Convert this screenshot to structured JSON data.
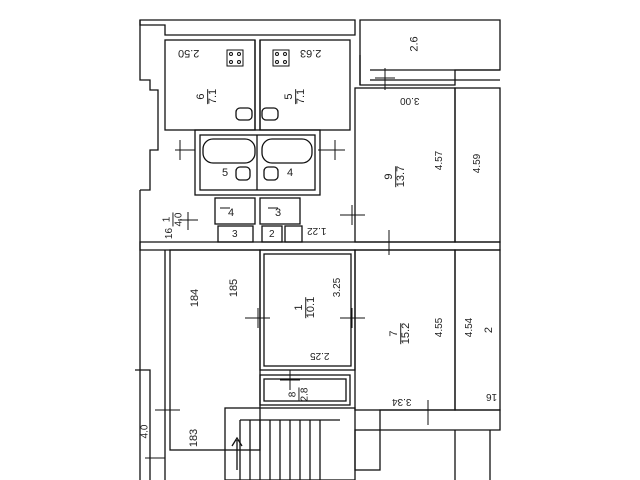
{
  "rooms": {
    "r_6_top_left": {
      "num": "6",
      "area": "7.1",
      "dim": "2.50"
    },
    "r_5_top_mid": {
      "num": "5",
      "area": "7.1",
      "dim": "2.63"
    },
    "r_9_right": {
      "num": "9",
      "area": "13.7",
      "dim_h": "4.57",
      "dim_w": "3.00"
    },
    "r_bath_5": {
      "num": "5"
    },
    "r_bath_4": {
      "num": "4"
    },
    "r_4_wc": {
      "num": "4"
    },
    "r_3_wc": {
      "num": "3"
    },
    "r_3_small": {
      "num": "3"
    },
    "r_2_small": {
      "num": "2"
    },
    "r_1_left": {
      "num": "1",
      "area": "4.0",
      "note": "16"
    },
    "r_1_center": {
      "num": "1",
      "area": "10.1",
      "dim_h": "3.25",
      "dim_w": "2.25"
    },
    "r_7_right": {
      "num": "7",
      "area": "15.2",
      "dim_h": "4.55",
      "dim_w": "3.34"
    },
    "r_8_small": {
      "num": "8",
      "area": "2.8"
    }
  },
  "dimensions": {
    "top_right": "2.6",
    "right_outer_top": "4.59",
    "right_outer_bottom": "4.54",
    "right_edge_num": "2",
    "mid_ceiling": "1.22",
    "left_corridor_a": "184",
    "left_corridor_b": "185",
    "left_corridor_c": "183",
    "far_left_bottom": "4.0",
    "bottom_right_frag": "16"
  }
}
